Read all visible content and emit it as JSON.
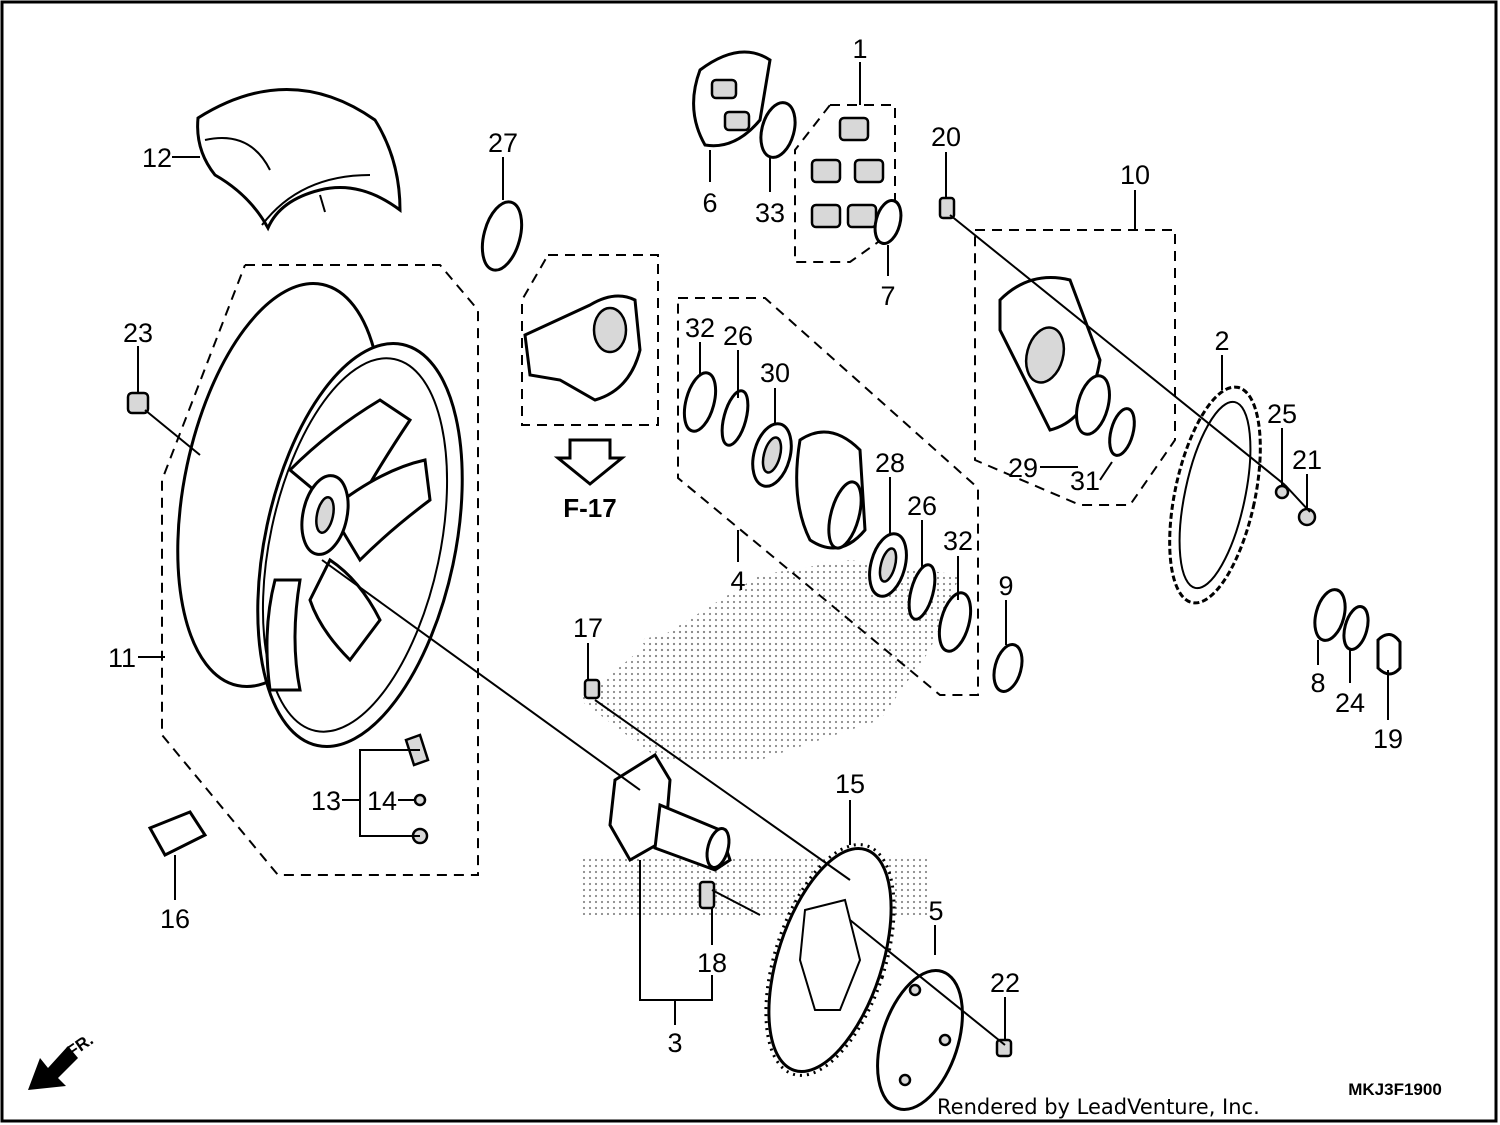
{
  "diagram": {
    "callouts": [
      "1",
      "2",
      "3",
      "4",
      "5",
      "6",
      "7",
      "8",
      "9",
      "10",
      "11",
      "12",
      "13",
      "14",
      "15",
      "16",
      "17",
      "18",
      "19",
      "20",
      "21",
      "22",
      "23",
      "24",
      "25",
      "26",
      "26",
      "27",
      "28",
      "29",
      "30",
      "31",
      "32",
      "32",
      "33"
    ],
    "reference_label": "F-17",
    "front_label": "FR.",
    "drawing_code": "MKJ3F1900",
    "credit": "Rendered by LeadVenture, Inc."
  },
  "colors": {
    "ink": "#000000",
    "background": "#ffffff",
    "stipple": "#9a9a9a"
  }
}
